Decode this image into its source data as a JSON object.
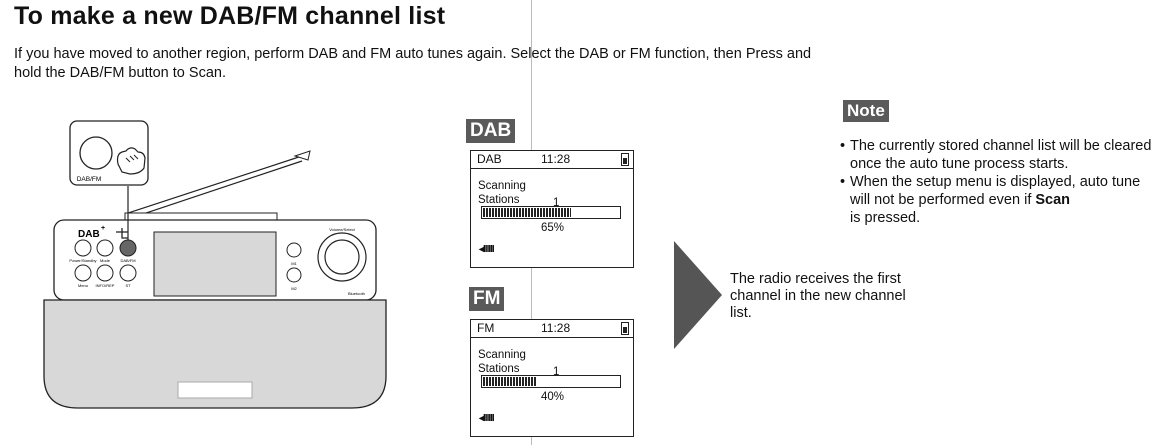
{
  "title": "To make a new DAB/FM channel list",
  "intro": "If you have moved to another region, perform DAB and FM auto tunes again. Select the DAB or FM function, then Press and hold the DAB/FM button to Scan.",
  "radio": {
    "button_callout": "DAB/FM",
    "logo_text": "DAB",
    "logo_plus": "+",
    "labels": {
      "power_standby": "Power/Standby",
      "mode": "Mode",
      "dab_fm": "DAB/FM",
      "menu": "Menu",
      "info_rep": "INFO/REP",
      "preset": "ST",
      "m1": "M1",
      "m2": "M2",
      "volume_select": "Volume/Select",
      "bluetooth": "Bluetooth"
    }
  },
  "dab_panel": {
    "label": "DAB",
    "mode": "DAB",
    "time": "11:28",
    "scanning": "Scanning",
    "stations_label": "Stations",
    "stations_count": "1",
    "progress_percent": 65,
    "progress_text": "65%",
    "volume_glyph": "◂IIIIII"
  },
  "fm_panel": {
    "label": "FM",
    "mode": "FM",
    "time": "11:28",
    "scanning": "Scanning",
    "stations_label": "Stations",
    "stations_count": "1",
    "progress_percent": 40,
    "progress_text": "40%",
    "volume_glyph": "◂IIIIII"
  },
  "result_text": "The radio receives the first channel in the new channel list.",
  "note": {
    "label": "Note",
    "items": [
      "The currently stored channel list will be cleared once the auto tune process starts.",
      "When the setup menu is displayed, auto tune will not be performed even if ",
      "is pressed."
    ],
    "bold_word": "Scan"
  },
  "colors": {
    "label_bg": "#5a5a5a",
    "guide_line": "#e8a6bd",
    "arrow": "#555555"
  }
}
